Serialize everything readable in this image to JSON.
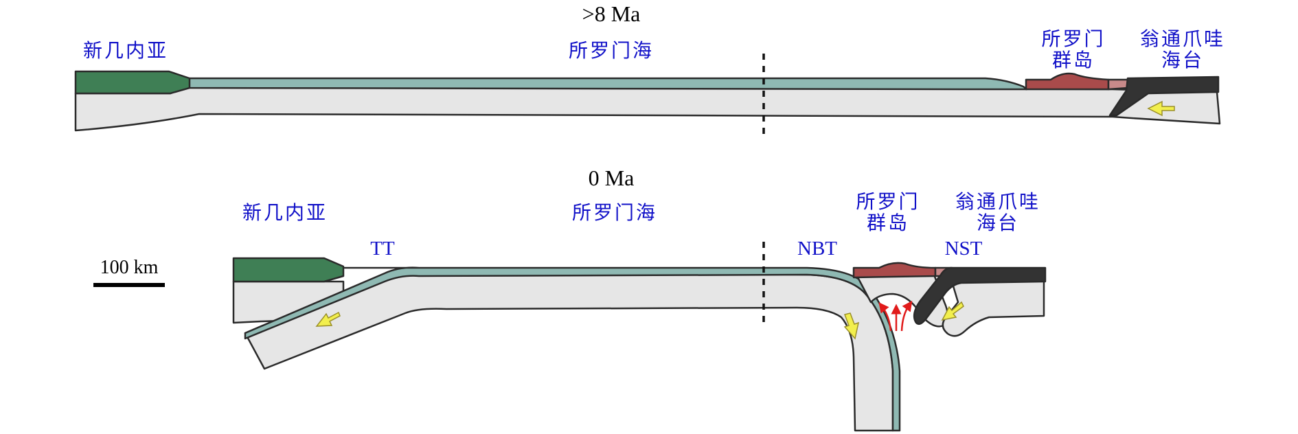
{
  "panels": {
    "top": {
      "age": ">8 Ma",
      "new_guinea": "新几内亚",
      "solomon_sea": "所罗门海",
      "solomon_islands": [
        "所罗门",
        "群岛"
      ],
      "ontong_java": [
        "翁通爪哇",
        "海台"
      ]
    },
    "bottom": {
      "age": "0 Ma",
      "new_guinea": "新几内亚",
      "solomon_sea": "所罗门海",
      "solomon_islands": [
        "所罗门",
        "群岛"
      ],
      "ontong_java": [
        "翁通爪哇",
        "海台"
      ],
      "trench_tt": "TT",
      "trench_nbt": "NBT",
      "trench_nst": "NST"
    }
  },
  "scale_bar": {
    "label": "100 km"
  },
  "colors": {
    "continental_crust": "#3f7f55",
    "oceanic_crust": "#8fb9b3",
    "lithosphere": "#e6e6e6",
    "arc_crust": "#a94b4b",
    "arc_crust_light": "#c98a8a",
    "plateau": "#333333",
    "motion_arrow": "#f2ef4d",
    "mantle_flow": "#e11b1b",
    "label_blue": "#1010c8"
  }
}
